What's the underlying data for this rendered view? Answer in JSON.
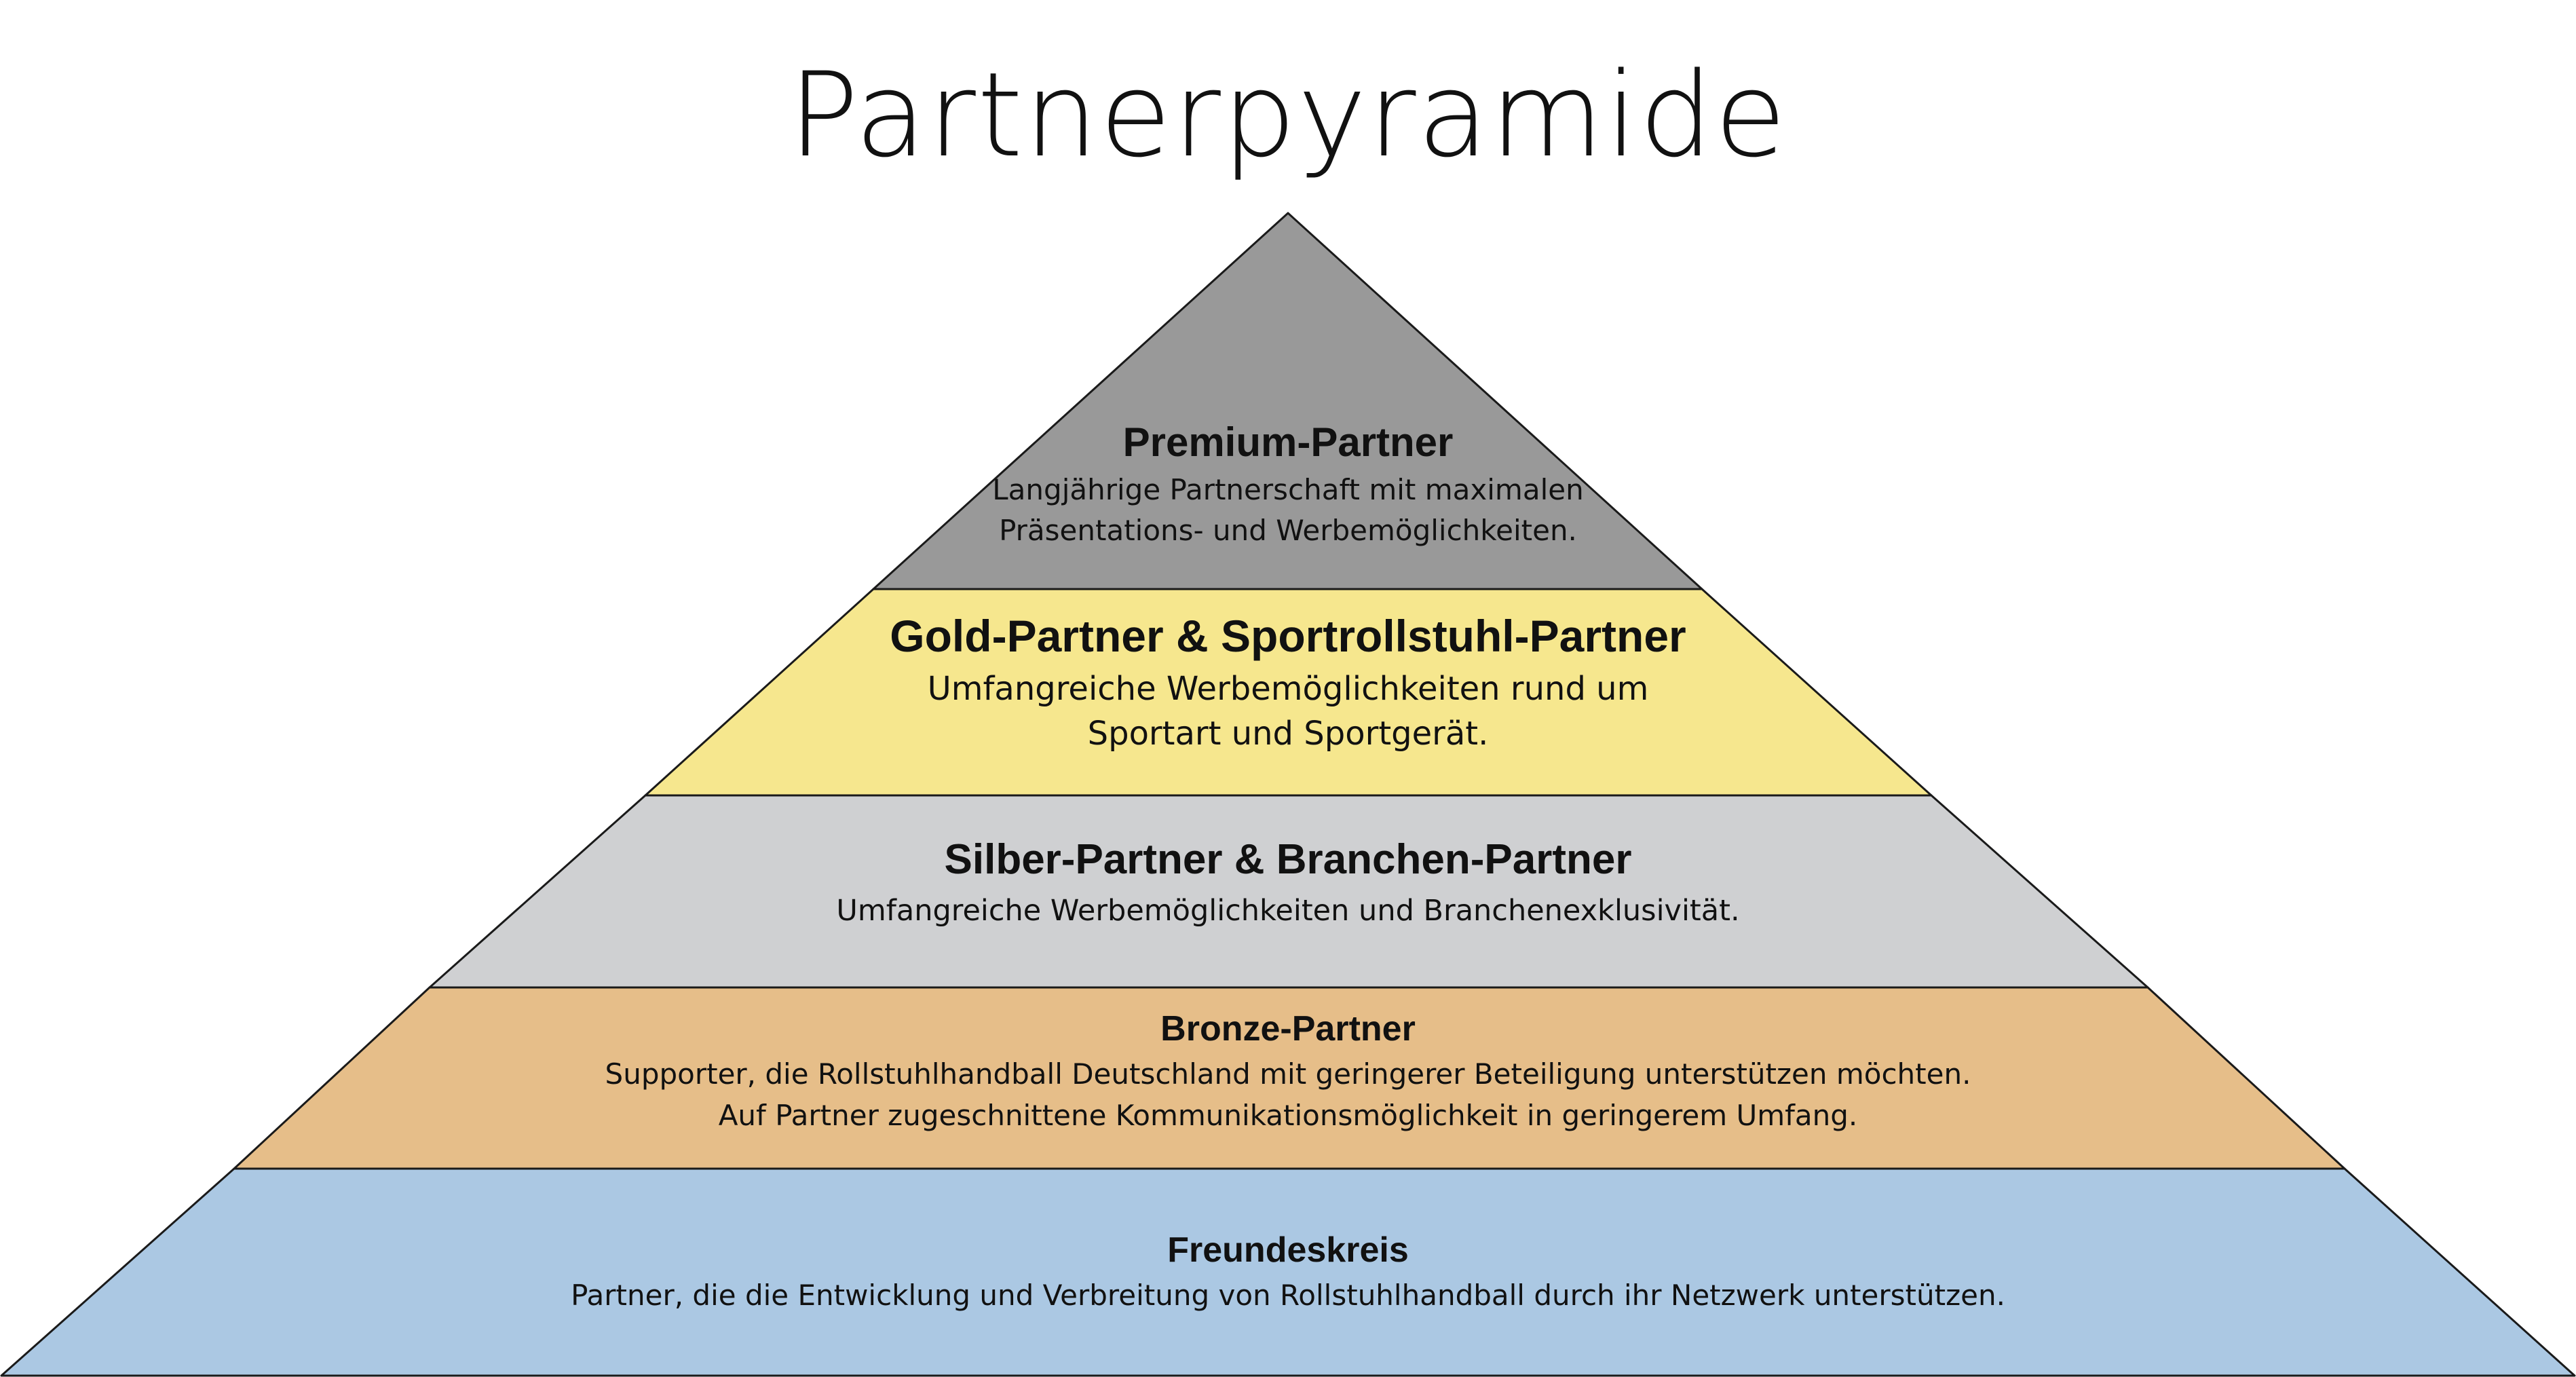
{
  "title": "Partnerpyramide",
  "colors": {
    "premium": "#999999",
    "gold": "#f6e78e",
    "silver": "#cfd0d2",
    "bronze": "#e6be89",
    "friends": "#abc8e3",
    "outline": "#1a1a1a"
  },
  "tiers": [
    {
      "name": "Premium-Partner",
      "description": [
        "Langjährige Partnerschaft mit maximalen",
        "Präsentations- und Werbemöglichkeiten."
      ]
    },
    {
      "name": "Gold-Partner & Sportrollstuhl-Partner",
      "description": [
        "Umfangreiche Werbemöglichkeiten rund um",
        "Sportart und Sportgerät."
      ]
    },
    {
      "name": "Silber-Partner & Branchen-Partner",
      "description": [
        "Umfangreiche Werbemöglichkeiten und Branchenexklusivität."
      ]
    },
    {
      "name": "Bronze-Partner",
      "description": [
        "Supporter, die Rollstuhlhandball Deutschland mit geringerer Beteiligung unterstützen möchten.",
        "Auf Partner zugeschnittene Kommunikationsmöglichkeit in geringerem Umfang."
      ]
    },
    {
      "name": "Freundeskreis",
      "description": [
        "Partner, die die Entwicklung und Verbreitung von Rollstuhlhandball durch ihr Netzwerk unterstützen."
      ]
    }
  ]
}
